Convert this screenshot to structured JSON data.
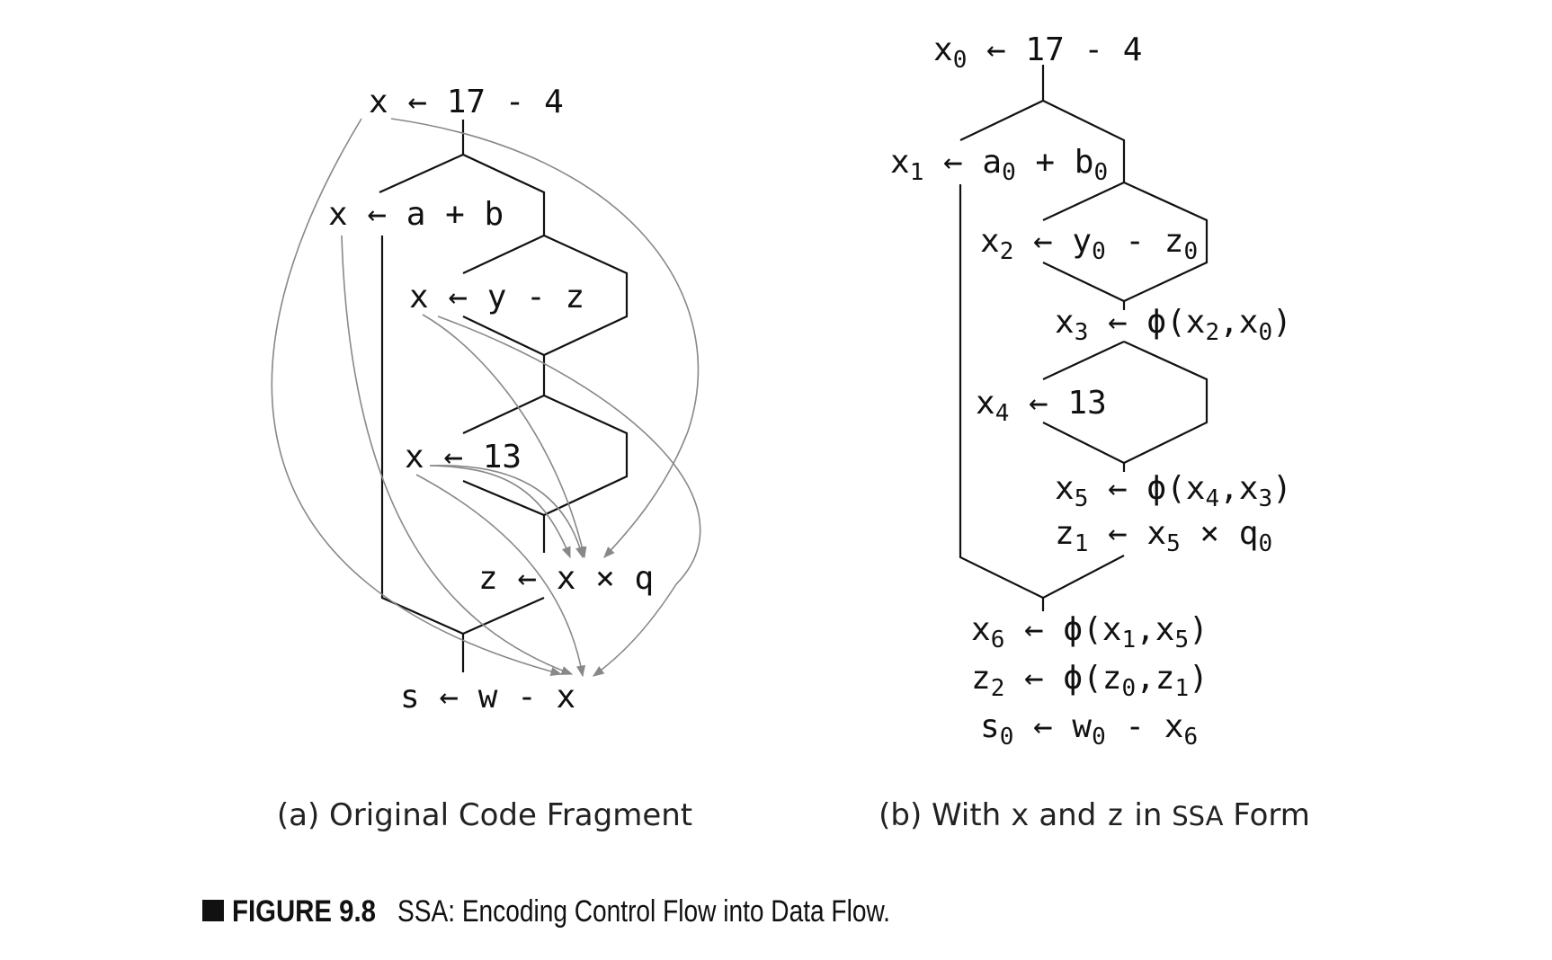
{
  "part_a": {
    "caption": "(a) Original Code Fragment",
    "statements": {
      "s1": {
        "lhs": "x",
        "rhs": "17 - 4"
      },
      "s2": {
        "lhs": "x",
        "rhs": "a + b"
      },
      "s3": {
        "lhs": "x",
        "rhs": "y - z"
      },
      "s4": {
        "lhs": "x",
        "rhs": "13"
      },
      "s5": {
        "lhs": "z",
        "rhs": "x × q"
      },
      "s6": {
        "lhs": "s",
        "rhs": "w - x"
      }
    }
  },
  "part_b": {
    "caption": {
      "pre": "(b) With ",
      "x": "x",
      "and": " and ",
      "z": "z",
      "in": " in ",
      "ssa": "SSA",
      "form": " Form"
    },
    "statements": {
      "b1": {
        "v": "x",
        "vs": "0",
        "pre": "17 - 4",
        "s1": "",
        "mid": "",
        "s2": "",
        "post": ""
      },
      "b2": {
        "v": "x",
        "vs": "1",
        "pre": "a",
        "s1": "0",
        "mid": " + b",
        "s2": "0",
        "post": ""
      },
      "b3": {
        "v": "x",
        "vs": "2",
        "pre": "y",
        "s1": "0",
        "mid": " - z",
        "s2": "0",
        "post": ""
      },
      "b4": {
        "v": "x",
        "vs": "3",
        "pre": "ϕ(x",
        "s1": "2",
        "mid": ",x",
        "s2": "0",
        "post": ")"
      },
      "b5": {
        "v": "x",
        "vs": "4",
        "pre": "13",
        "s1": "",
        "mid": "",
        "s2": "",
        "post": ""
      },
      "b6": {
        "v": "x",
        "vs": "5",
        "pre": "ϕ(x",
        "s1": "4",
        "mid": ",x",
        "s2": "3",
        "post": ")"
      },
      "b7": {
        "v": "z",
        "vs": "1",
        "pre": "x",
        "s1": "5",
        "mid": " × q",
        "s2": "0",
        "post": ""
      },
      "b8": {
        "v": "x",
        "vs": "6",
        "pre": "ϕ(x",
        "s1": "1",
        "mid": ",x",
        "s2": "5",
        "post": ")"
      },
      "b9": {
        "v": "z",
        "vs": "2",
        "pre": "ϕ(z",
        "s1": "0",
        "mid": ",z",
        "s2": "1",
        "post": ")"
      },
      "b10": {
        "v": "s",
        "vs": "0",
        "pre": "w",
        "s1": "0",
        "mid": " - x",
        "s2": "6",
        "post": ""
      }
    }
  },
  "arrow_symbol": "←",
  "figure": {
    "label": "FIGURE 9.8",
    "title": "SSA: Encoding Control Flow into Data Flow."
  }
}
